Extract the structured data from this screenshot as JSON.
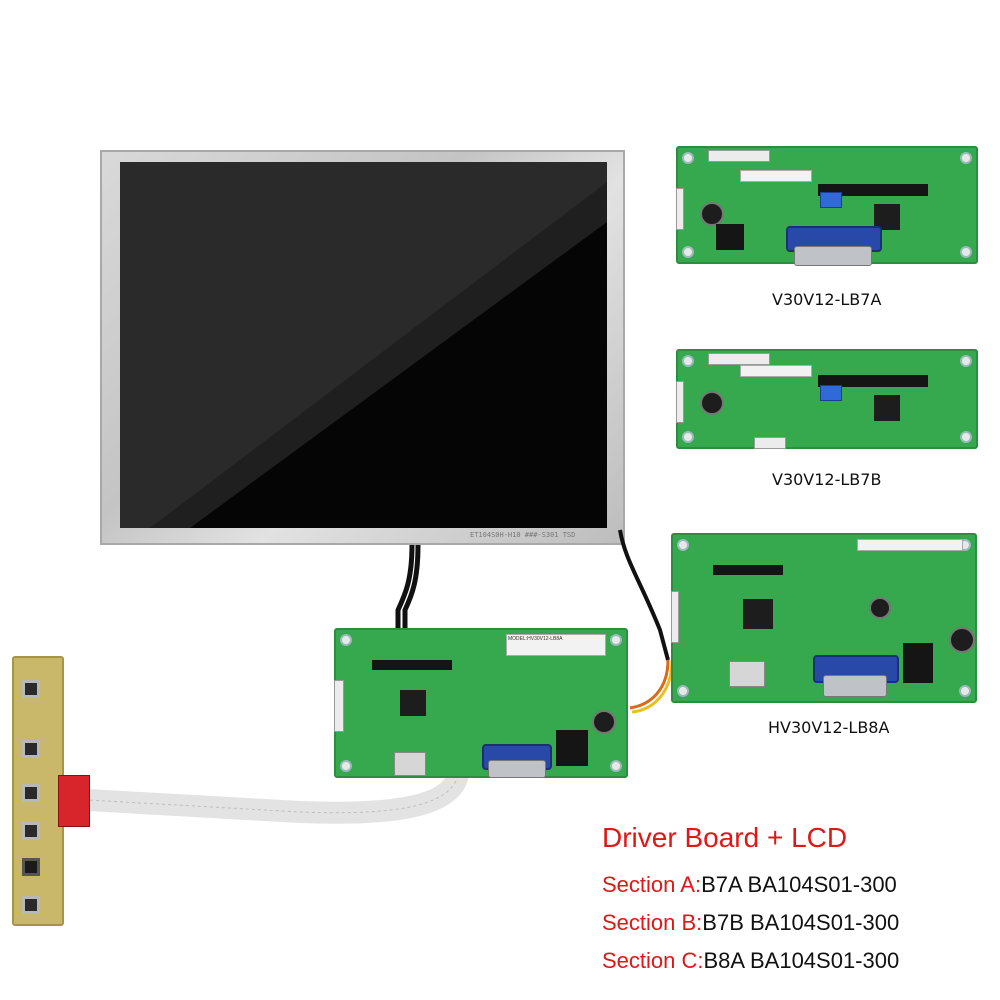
{
  "lcd": {
    "label": "ET104S0H-H10 ###-S301 TSD"
  },
  "boards": [
    {
      "name": "V30V12-LB7A"
    },
    {
      "name": "V30V12-LB7B"
    },
    {
      "name": "HV30V12-LB8A"
    }
  ],
  "main_board": {
    "sticker_model": "MODEL:HV30V12-LB8A"
  },
  "info": {
    "headline": "Driver Board + LCD",
    "sections": [
      {
        "label": "Section A:",
        "value": "B7A BA104S01-300"
      },
      {
        "label": "Section B:",
        "value": "B7B BA104S01-300"
      },
      {
        "label": "Section C:",
        "value": "B8A BA104S01-300"
      }
    ]
  },
  "colors": {
    "pcb_green": "#36a84e",
    "accent_red": "#e01717",
    "vga_blue": "#2849a8"
  }
}
